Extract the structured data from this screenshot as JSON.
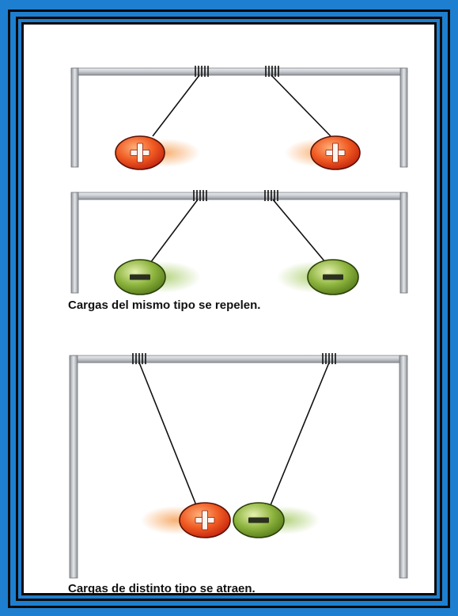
{
  "captions": {
    "repel": "Cargas del mismo tipo se repelen.",
    "attract": "Cargas de distinto tipo se atraen."
  },
  "colors": {
    "background": "#1e7fd0",
    "positive_charge": "#e4421c",
    "negative_charge": "#6f9a2a",
    "frame": "#c9ccd0"
  },
  "icons": {
    "positive": "plus-sign",
    "negative": "minus-sign"
  }
}
